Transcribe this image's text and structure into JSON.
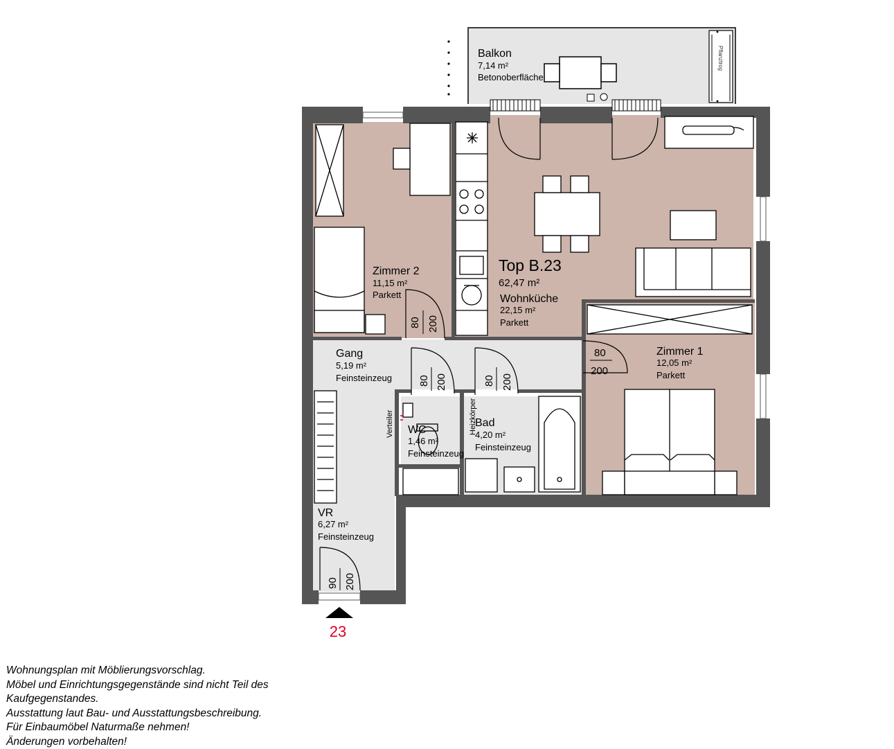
{
  "unit": {
    "title": "Top B.23",
    "total_area": "62,47 m²",
    "entrance_number": "23"
  },
  "rooms": {
    "balkon": {
      "name": "Balkon",
      "area": "7,14 m²",
      "surface": "Betonoberfläche"
    },
    "wohnkueche": {
      "name": "Wohnküche",
      "area": "22,15 m²",
      "surface": "Parkett"
    },
    "zimmer2": {
      "name": "Zimmer 2",
      "area": "11,15 m²",
      "surface": "Parkett"
    },
    "zimmer1": {
      "name": "Zimmer 1",
      "area": "12,05 m²",
      "surface": "Parkett"
    },
    "gang": {
      "name": "Gang",
      "area": "5,19 m²",
      "surface": "Feinsteinzeug"
    },
    "wc": {
      "name": "WC",
      "area": "1,46 m²",
      "surface": "Feinsteinzeug"
    },
    "bad": {
      "name": "Bad",
      "area": "4,20 m²",
      "surface": "Feinsteinzeug"
    },
    "vr": {
      "name": "VR",
      "area": "6,27 m²",
      "surface": "Feinsteinzeug"
    }
  },
  "doors": {
    "zimmer2": {
      "width": "80",
      "height": "200"
    },
    "zimmer1": {
      "width": "80",
      "height": "200"
    },
    "wc": {
      "width": "80",
      "height": "200"
    },
    "bad": {
      "width": "80",
      "height": "200"
    },
    "entry": {
      "width": "90",
      "height": "200"
    }
  },
  "fixtures": {
    "verteiler": "Verteiler",
    "heizkoerper": "Heizkörper",
    "pflanztrog": "Pflanztrog"
  },
  "disclaimer": [
    "Wohnungsplan mit Möblierungsvorschlag.",
    "Möbel und Einrichtungsgegenstände sind nicht Teil des",
    "Kaufgegenstandes.",
    "Ausstattung laut Bau- und Ausstattungsbeschreibung.",
    "Für Einbaumöbel Naturmaße nehmen!",
    "Änderungen vorbehalten!"
  ],
  "colors": {
    "room_fill": "#cdb5ac",
    "circulation_fill": "#e6e6e6",
    "wall": "#555555",
    "entrance_number": "#e0001b"
  }
}
